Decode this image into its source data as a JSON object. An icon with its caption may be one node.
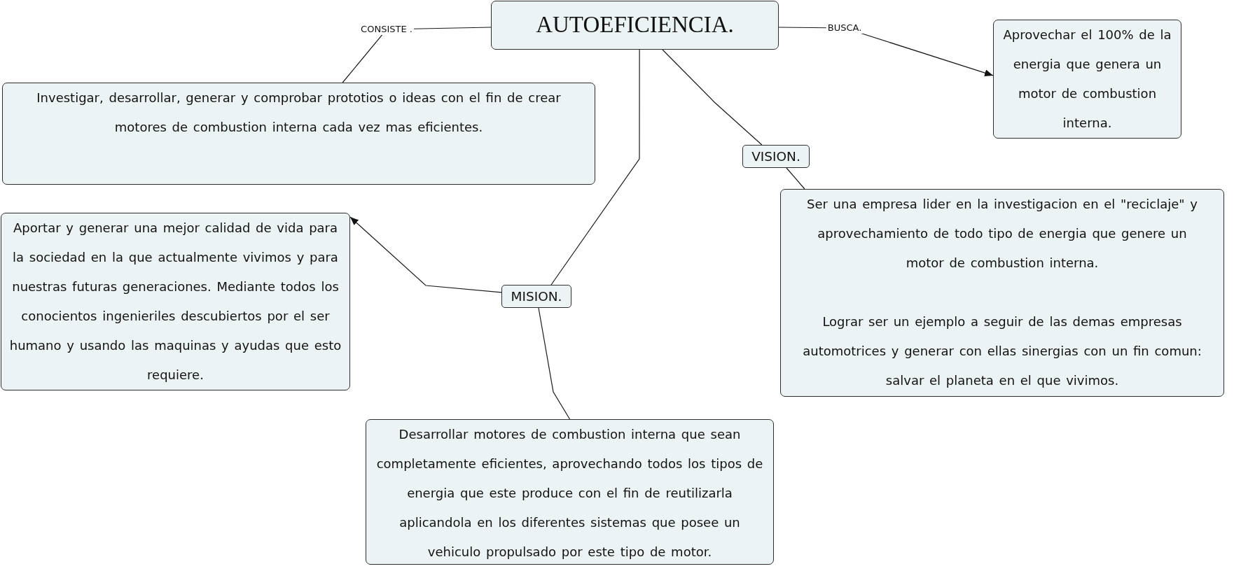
{
  "diagram": {
    "nodes": [
      {
        "text": [
          "AUTOEFICIENCIA."
        ]
      },
      {
        "text": [
          "Investigar, desarrollar, generar y comprobar prototios o ideas con el fin de crear motores de combustion interna cada vez mas eficientes."
        ]
      },
      {
        "text": [
          "Aprovechar el 100% de la energia que genera un motor de combustion interna."
        ]
      },
      {
        "text": [
          "VISION."
        ]
      },
      {
        "text": [
          "Ser una empresa lider en la investigacion en el \"reciclaje\" y aprovechamiento de todo tipo de energia que genere un motor de combustion interna.",
          "Lograr ser un ejemplo a seguir de las demas empresas automotrices y generar con ellas sinergias con un fin comun: salvar el planeta en el que vivimos."
        ]
      },
      {
        "text": [
          "MISION."
        ]
      },
      {
        "text": [
          "Aportar y generar una mejor calidad de vida para la sociedad en la que actualmente vivimos y para nuestras futuras generaciones. Mediante todos los conocientos ingenieriles descubiertos por el ser humano y usando las maquinas y ayudas que esto requiere."
        ]
      },
      {
        "text": [
          "Desarrollar motores de combustion interna que sean completamente eficientes, aprovechando todos los tipos de energia que este produce con el fin de reutilizarla aplicandola en los diferentes sistemas que posee un vehiculo propulsado por este tipo de motor."
        ]
      }
    ],
    "edges": [
      {
        "from": 0,
        "to": 1,
        "arrow": "none",
        "label": "CONSISTE ."
      },
      {
        "from": 0,
        "to": 2,
        "arrow": "to",
        "label": "BUSCA."
      },
      {
        "from": 0,
        "to": 5,
        "arrow": "none"
      },
      {
        "from": 0,
        "to": 3,
        "arrow": "none"
      },
      {
        "from": 3,
        "to": 4,
        "arrow": "none"
      },
      {
        "from": 5,
        "to": 6,
        "arrow": "to"
      },
      {
        "from": 5,
        "to": 7,
        "arrow": "none"
      }
    ]
  }
}
